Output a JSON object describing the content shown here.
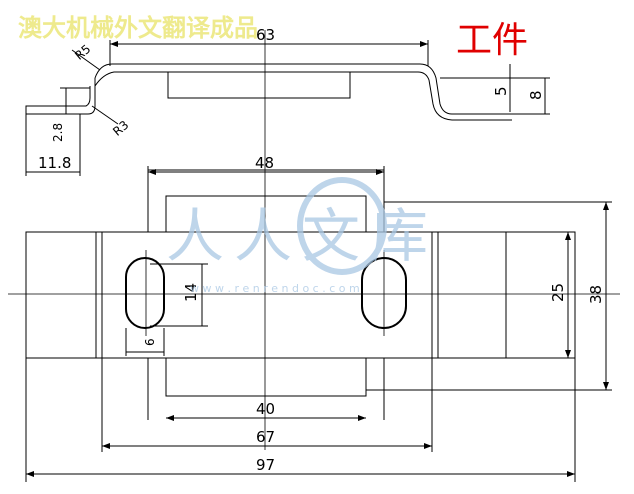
{
  "banner": "澳大机械外文翻译成品",
  "title": "工件",
  "watermark": {
    "text": "人人文库",
    "url": "w w w . r e n r e n d o c . c o m",
    "color": "#a9c7e4"
  },
  "dimensions": {
    "top_length": "63",
    "radius_upper": "R5",
    "radius_lower": "R3",
    "height_5": "5",
    "height_8": "8",
    "side_2_8": "2.8",
    "side_11_8": "11.8",
    "width_48": "48",
    "width_40": "40",
    "width_67": "67",
    "width_97": "97",
    "height_38": "38",
    "height_25": "25",
    "slot_14": "14",
    "slot_6": "6"
  },
  "colors": {
    "title": "#e00000",
    "banner": "#e8e46a",
    "line": "#000000"
  }
}
